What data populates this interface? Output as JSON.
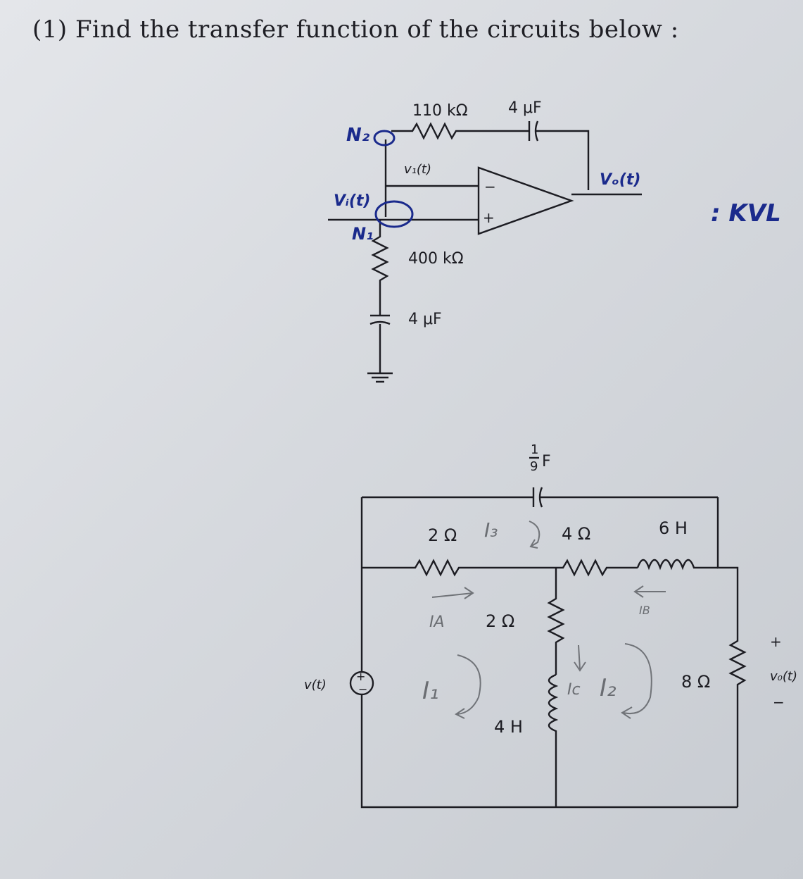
{
  "title": "(1) Find the transfer function of the circuits below :",
  "circuit1": {
    "r_feedback": "110 kΩ",
    "c_feedback": "4 μF",
    "r_input": "400 kΩ",
    "c_input": "4 μF",
    "v1_label": "v₁(t)",
    "vout_label": "Vₒ(t)",
    "vin_label": "Vᵢ(t)",
    "node2": "N₂",
    "node1": "N₁",
    "minus": "−",
    "plus": "+"
  },
  "circuit2": {
    "cap": "1/9 F",
    "cap_num": "1",
    "cap_den": "9",
    "cap_unit": "F",
    "r1": "2 Ω",
    "r2": "4 Ω",
    "ind1": "6 H",
    "r3": "2 Ω",
    "ind2": "4 H",
    "r4": "8 Ω",
    "source": "v(t)",
    "vo": "v₀(t)",
    "plus": "+",
    "minus": "−"
  },
  "annotations": {
    "kvl": ": KVL",
    "i3": "I₃",
    "ia": "IA",
    "ib": "IB",
    "ic": "Ic",
    "i1": "I₁",
    "i2": "I₂"
  }
}
